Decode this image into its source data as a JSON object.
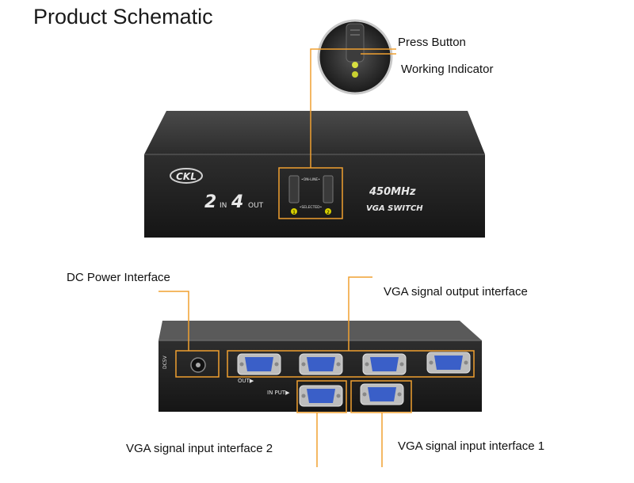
{
  "title": "Product Schematic",
  "labels": {
    "press_button": "Press Button",
    "working_indicator": "Working Indicator",
    "dc_power": "DC Power Interface",
    "vga_output": "VGA signal output interface",
    "vga_input_2": "VGA signal input interface  2",
    "vga_input_1": "VGA signal input interface  1"
  },
  "device": {
    "brand": "CKL",
    "model_in": "2",
    "in_text": "IN",
    "model_out": "4",
    "out_text": "OUT",
    "freq": "450MHz",
    "type": "VGA SWITCH",
    "online": "•ON-LINE•",
    "select": "•SELECTED•",
    "btn1": "1",
    "btn2": "2",
    "rear_out": "OUT▶",
    "rear_in": "IN PUT▶",
    "dc": "DC5V"
  },
  "colors": {
    "callout": "#f0a030",
    "device_body": "#2a2a2a",
    "vga_blue": "#3a5fc8"
  }
}
